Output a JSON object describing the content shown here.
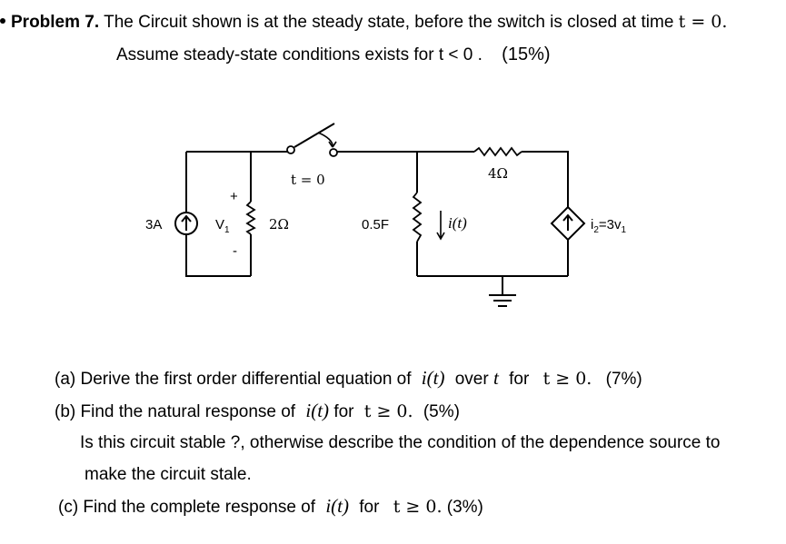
{
  "header": {
    "problem_label": "Problem 7.",
    "line1_text": "The Circuit shown is at the steady state, before the switch is closed at time",
    "line1_math": "t = 0.",
    "line2_text": "Assume steady-state conditions exists for t < 0 .",
    "line2_weight": "(15%)"
  },
  "circuit": {
    "current_source_label": "3A",
    "v1_label": "V",
    "v1_sub": "1",
    "v1_plus": "+",
    "v1_minus": "-",
    "switch_label": "t = 0",
    "r1_label": "2Ω",
    "cap_label": "0.5F",
    "current_label": "i(t)",
    "r2_label": "4Ω",
    "dep_source_label_i": "i",
    "dep_source_sub2": "2",
    "dep_source_label_eq": "=3v",
    "dep_source_sub1": "1"
  },
  "questions": {
    "a_prefix": "(a) Derive the first order differential equation of",
    "a_func": "i(t)",
    "a_over": "over",
    "a_t": "t",
    "a_for": "for",
    "a_cond": "t ≥ 0.",
    "a_weight": "(7%)",
    "b_prefix": "(b) Find the natural response of",
    "b_func": "i(t)",
    "b_for": "for",
    "b_cond": "t ≥ 0.",
    "b_weight": "(5%)",
    "b_note1": "Is this circuit stable ?, otherwise describe the condition of the dependence source to",
    "b_note2": "make the circuit stale.",
    "c_prefix": "(c) Find the complete response of",
    "c_func": "i(t)",
    "c_for": "for",
    "c_cond": "t ≥ 0.",
    "c_weight": "(3%)"
  }
}
